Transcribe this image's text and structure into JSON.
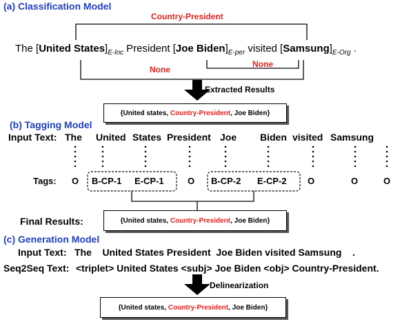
{
  "classification": {
    "title": "(a) Classification Model",
    "relation_label": "Country-President",
    "sentence": {
      "the": "The [",
      "e1": "United States",
      "e1_close": "]",
      "e1_sub": "E-loc",
      "mid1": " President [",
      "e2": "Joe Biden",
      "e2_close": "]",
      "e2_sub": "E-per",
      "mid2": " visited [",
      "e3": "Samsung",
      "e3_close": "]",
      "e3_sub": "E-Org",
      "end": " ."
    },
    "none_left": "None",
    "none_right": "None",
    "arrow_label": "Extracted Results"
  },
  "result": {
    "open": "{United states, ",
    "relation": "Country-President",
    "close": ", Joe Biden}"
  },
  "tagging": {
    "title": "(b) Tagging Model",
    "input_label": "Input Text:",
    "tokens": [
      "The",
      "United",
      "States",
      "President",
      "Joe",
      "Biden",
      "visited",
      "Samsung"
    ],
    "tags_label": "Tags:",
    "tags": [
      "O",
      "B-CP-1",
      "E-CP-1",
      "O",
      "B-CP-2",
      "E-CP-2",
      "O",
      "O",
      "O"
    ],
    "final_label": "Final Results:"
  },
  "generation": {
    "title": "(c) Generation Model",
    "input_label": "Input Text:",
    "input_text": "The    United States President  Joe Biden visited Samsung    .",
    "seq_label": "Seq2Seq Text:",
    "seq_text": "<triplet> United States <subj> Joe Biden <obj> Country-President.",
    "arrow_label": "Delinearization"
  },
  "colors": {
    "title_blue": "#1f3fbf",
    "relation_red": "#e0201c"
  }
}
